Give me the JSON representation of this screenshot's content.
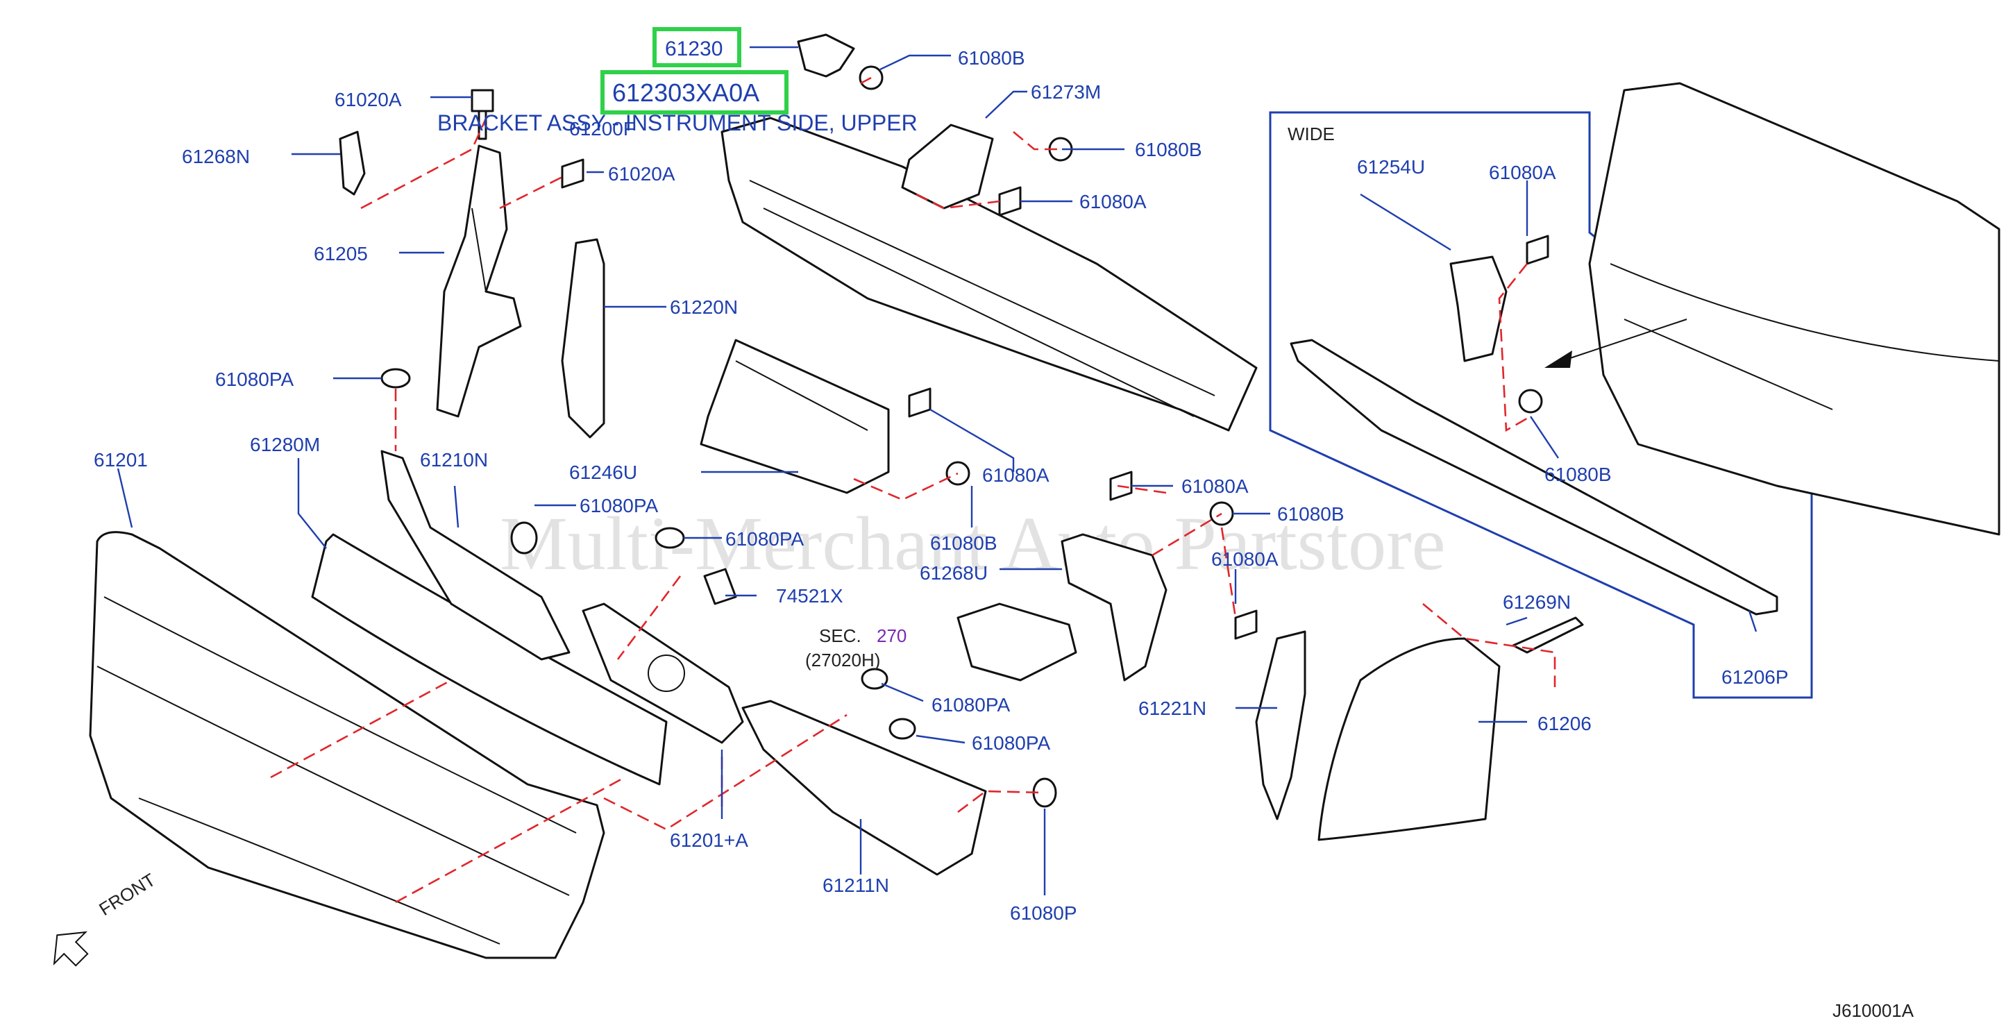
{
  "diagram_code": "J610001A",
  "watermark": "Multi-Merchant Auto Partstore",
  "front_label": "FRONT",
  "wide_label": "WIDE",
  "sec": {
    "line1": "SEC.",
    "line2": "270",
    "line3": "(27020H)"
  },
  "highlight": {
    "part_number": "61230",
    "oem_number": "612303XA0A",
    "description": "BRACKET ASSY - INSTRUMENT SIDE, UPPER"
  },
  "labels": {
    "l61080B_a": "61080B",
    "l61020A_a": "61020A",
    "l61200F": "61200F",
    "l61273M": "61273M",
    "l61268N": "61268N",
    "l61020A_b": "61020A",
    "l61080B_b": "61080B",
    "l61080A_a": "61080A",
    "l61205": "61205",
    "l61220N": "61220N",
    "l61080PA_a": "61080PA",
    "l61201": "61201",
    "l61280M": "61280M",
    "l61210N": "61210N",
    "l61246U": "61246U",
    "l61080A_b": "61080A",
    "l61080PA_b": "61080PA",
    "l61080PA_c": "61080PA",
    "l61080B_c": "61080B",
    "l61268U": "61268U",
    "l74521X": "74521X",
    "l61080A_c": "61080A",
    "l61080B_d": "61080B",
    "l61080A_d": "61080A",
    "l61080PA_d": "61080PA",
    "l61080PA_e": "61080PA",
    "l61221N": "61221N",
    "l61201A": "61201+A",
    "l61211N": "61211N",
    "l61080P": "61080P",
    "l61254U": "61254U",
    "l61080A_e": "61080A",
    "l61080B_e": "61080B",
    "l61269N": "61269N",
    "l61206": "61206",
    "l61206P": "61206P"
  },
  "icons": [
    "front-arrow-icon",
    "bolt-icon",
    "nut-icon",
    "grommet-icon"
  ],
  "colors": {
    "label": "#1f3fae",
    "dashed_leader": "#e0262b",
    "highlight": "#2fd14a",
    "sec_number": "#7a28b4"
  }
}
